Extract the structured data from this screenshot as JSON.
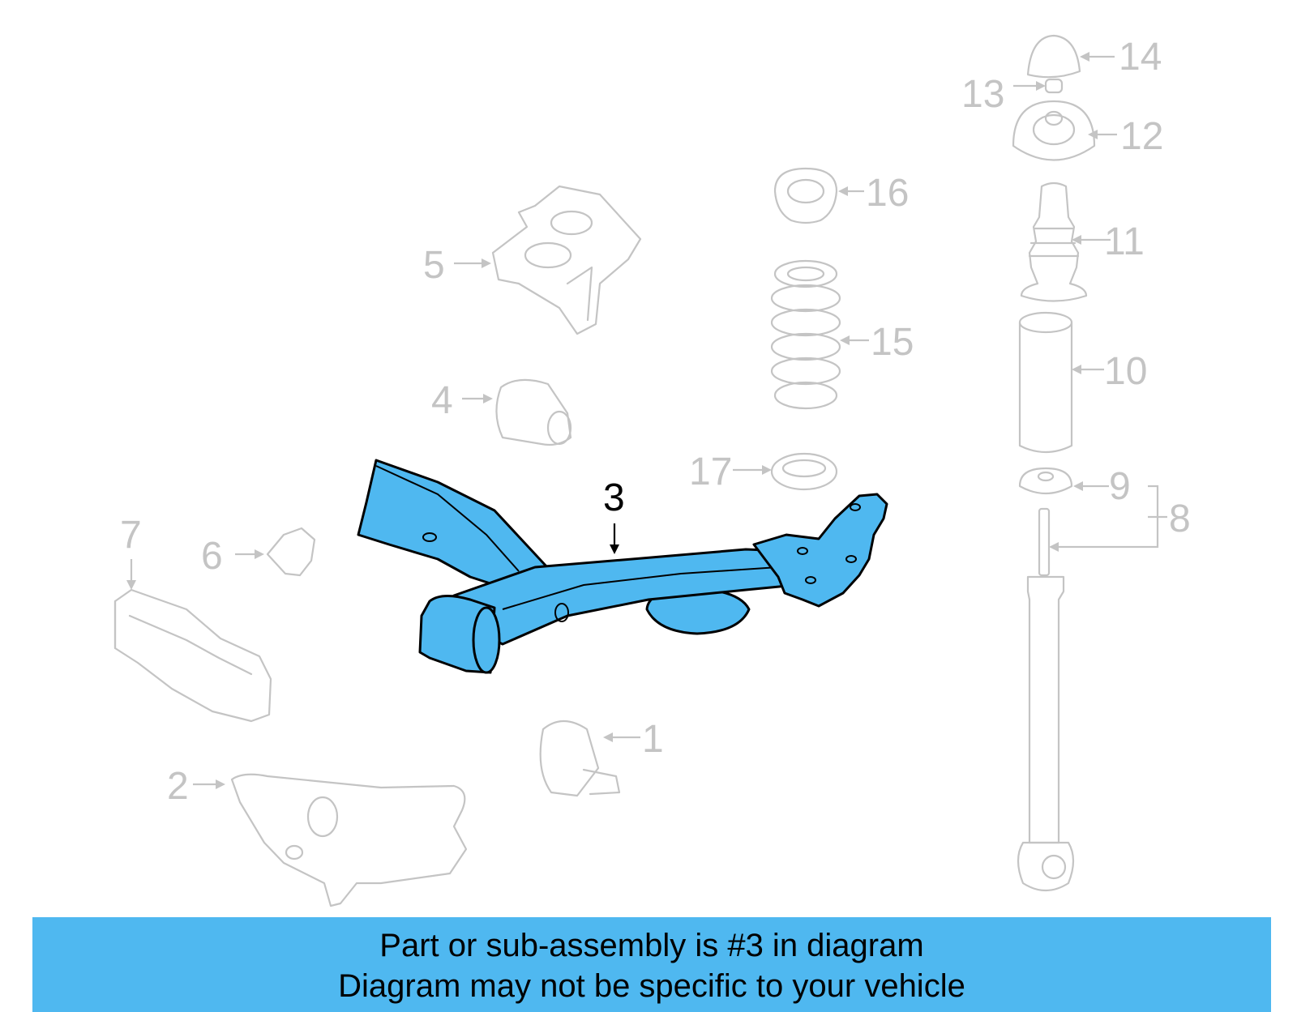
{
  "diagram": {
    "highlighted_part": "3",
    "colors": {
      "highlight": "#4fb8f0",
      "ghost": "#c4c4c4",
      "outline": "#000000"
    },
    "callouts": [
      {
        "id": "1",
        "text": "1"
      },
      {
        "id": "2",
        "text": "2"
      },
      {
        "id": "3",
        "text": "3"
      },
      {
        "id": "4",
        "text": "4"
      },
      {
        "id": "5",
        "text": "5"
      },
      {
        "id": "6",
        "text": "6"
      },
      {
        "id": "7",
        "text": "7"
      },
      {
        "id": "8",
        "text": "8"
      },
      {
        "id": "9",
        "text": "9"
      },
      {
        "id": "10",
        "text": "10"
      },
      {
        "id": "11",
        "text": "11"
      },
      {
        "id": "12",
        "text": "12"
      },
      {
        "id": "13",
        "text": "13"
      },
      {
        "id": "14",
        "text": "14"
      },
      {
        "id": "15",
        "text": "15"
      },
      {
        "id": "16",
        "text": "16"
      },
      {
        "id": "17",
        "text": "17"
      }
    ]
  },
  "banner": {
    "line1": "Part or sub-assembly is #3 in diagram",
    "line2": "Diagram may not be specific to your vehicle"
  }
}
